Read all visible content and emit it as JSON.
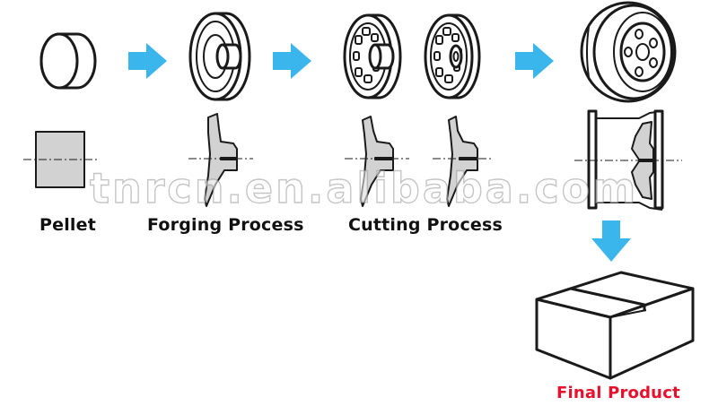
{
  "labels": {
    "pellet": "Pellet",
    "forging": "Forging Process",
    "cutting": "Cutting Process",
    "final": "Final Product"
  },
  "watermark": "tnrcn.en.alibaba.com",
  "colors": {
    "arrow": "#3bb6ec",
    "final_label": "#e8112d",
    "section_fill": "#d2d2d2",
    "line": "#1a1a1a"
  },
  "icons": {
    "arrow": "arrow-right-icon",
    "arrow_down": "arrow-down-icon",
    "box": "box-icon"
  }
}
